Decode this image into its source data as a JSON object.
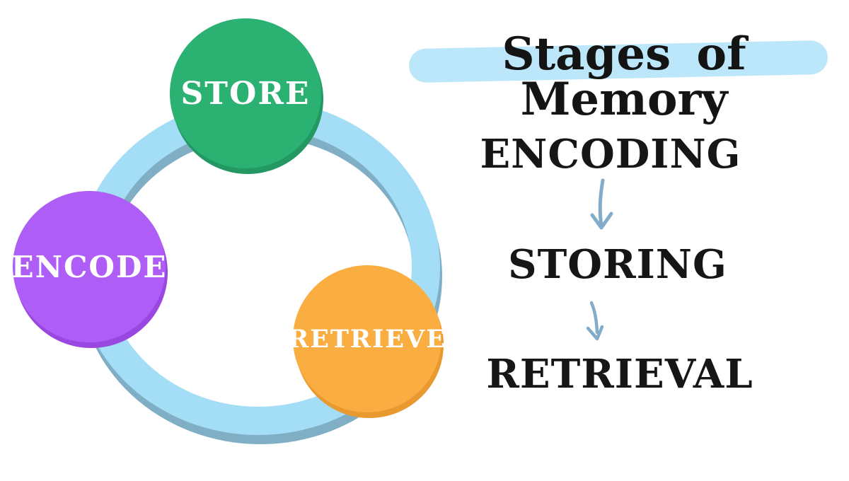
{
  "title": {
    "text": "Stages of Memory",
    "highlight_color": "#BCE6F9",
    "text_color": "#141414"
  },
  "cycle": {
    "ring_color": "#A3DEF6",
    "ring_shadow_color": "#80AFC5",
    "nodes": [
      {
        "id": "store",
        "label": "STORE",
        "color": "#2BB172",
        "shadow_color": "#239862",
        "text_color": "#FFFFFF"
      },
      {
        "id": "encode",
        "label": "ENCODE",
        "color": "#AE5DF6",
        "shadow_color": "#9A46E0",
        "text_color": "#FFFFFF"
      },
      {
        "id": "retrieve",
        "label": "RETRIEVE",
        "color": "#FAAE41",
        "shadow_color": "#E8992F",
        "text_color": "#FFFFFF"
      }
    ]
  },
  "stages": {
    "arrow_color": "#82ACC9",
    "items": [
      {
        "label": "ENCODING"
      },
      {
        "label": "STORING"
      },
      {
        "label": "RETRIEVAL"
      }
    ]
  }
}
